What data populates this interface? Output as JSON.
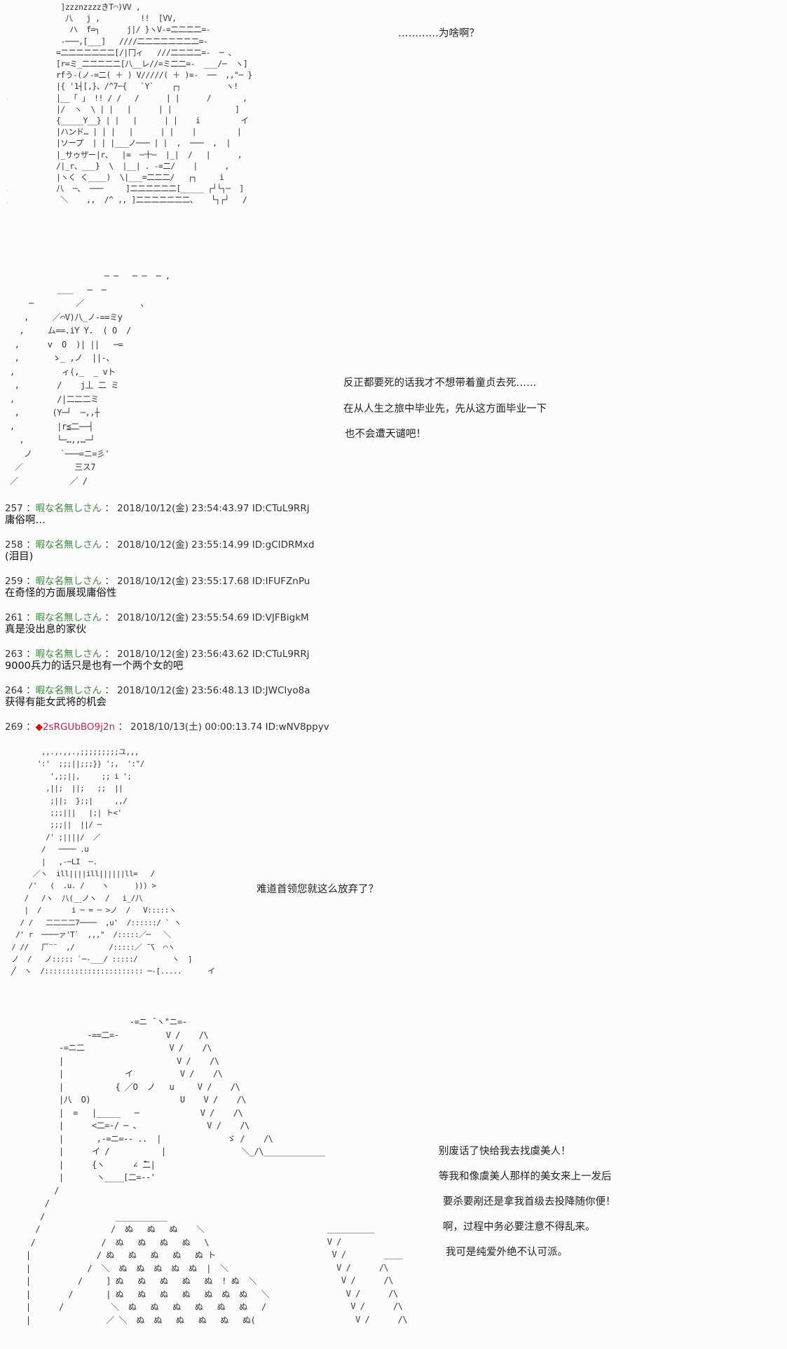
{
  "art_blocks": {
    "top_banner": " ]zzznzzzzきT⌒)VV ,\n  八   j ,         !!  [VV,\n   ハ  f=┐      j|/ }ヽV-=二二二二=-\n -───,[___]   ////二二二二二二二二=-\n=二二二二二二二[/|冂ィ   ///二二二二=-  ─ 、\n[r=ミ_二二二二二[八__レ//=ミ二二=-  ___/─  ヽ]\nrfう-(ノ-=二( ＋ ) V/////( ＋ )=-  ──  ,,\"─ }\n|{ '1┤[,}、/^7─{   `Y`    ┌┐          ヽ!\n|__「 」 !! / /   /      | |      /       ,\n|/  ヽ  \\ | |   |      | |              ]\n{_____Y__} | |   |      | |    i         イ\n|ハンド… | | |   |      | |    |         |\n|ソープ  | | |___ノ─── | |  ,  ───  ,  |\n|_サゥザー|r、  |=  ─十─  |_|  /   |      ,\n/|_r、___}  \\  |__| . -=二/    |      ,\n|ヽく く____)  \\|___=二二二/   ┌┐     i\n八  ─、 ───     ]二二二二二二[_____ ┌┘└┐─  ]\n ＼    ,,  /^ ,, ]二二二二二二二、   └┐┌┘   /",
    "second_face": "                    ─ ─   ─ ─  ─ ,\n          ＿＿   ─  ─\n    ─         ／            、\n   ,     ／⌒V)八_ノ-==ミy\n  ,     ム==.iY Y.  ( O  /\n ,      v  O  )| ||   ─=\n ,       ゝ_ ,ノ  ||-、\n,          ィ(,_  _ vト\n ,        /    j丄 二 ミ\n,         /|二二二ミ\n ,       (Y─┘  ─,,┼\n,         |r≦二──┤\n  ,       └─…,,…─┘\n   ノ      `───=ニ=彡'\n ／           三ス7\n／           ／ /",
    "third_figure": "        ,,.,.,,.,;;;;;;;;;ユ,,,\n       ':'  ;;;||;;;}} ';,  ':\"/\n          ',;;||,     ;; i ';\n         ,||;  ||;   ;;  ||\n          ;||;  };;|     ,,/\n          ;;;|||   |;| ト<'\n          ;;;||  ||/ ─\n         /' ;||||/  ／\n        /   ──── .u\n        |   ,-─LI  ─.\n      ／ヽ  ill||||ill||||||ll=   /\n     /'   (  .u. /    ヽ      ))) >\n    /   /ヽ  八(__ノヽ  /   i_/八\n    |  /       i ─ = ─ >ノ  /   V:::::ヽ\n   / /   二二二二7────  ,u'  /::::::/ ` ヽ\n  /' r  ────ァ'T`  ,,,\"  /:::::／─   ＼\n / //   厂¨¨  ,/        /:::::／ ̄ ̄\\  ⌒ヽ\n ノ  /   ノ::::: `─-___/ :::::/        ヽ  ]\n ╱  ヽ  /::::::::::::::::::::::: ─-[.....      イ",
    "bottom_scene": "                          -=ニ ̄ ヽ\"ニ=-\n                 -==二=-          V /    /\\\n           -=ニ二                  V /    /\\\n           |                        V /    /\\\n           |             イ          V /    /\\\n           |           { ／O  ノ   u     V /    /\\\n           |八  O)                   U    V /    /\\\n           |  =   |_____   ─             V /    /\\\n           |      <二=-/ ─ 、              V /    /\\\n           |       ,-=ニ=-- ..  |              ゞ /    /\\\n           |      イ /           |                ＼_/\\_____________\n           |      {ヽ      ∠ ̄二|\n           |       ヽ____[二=--'\n          /\n        /\n       /               ___________\n      /               /  ぬ   ぬ   ぬ    ＼\n     /              /  ぬ   ぬ   ぬ   ぬ   \\\n    |              / ぬ   ぬ   ぬ   ぬ   ぬ ト\n    |            /  ＼  ぬ  ぬ  ぬ  ぬ  ぬ  |  ＼\n    |          /     ] ぬ   ぬ   ぬ   ぬ   ぬ  ! ぬ  ＼\n    |        /       | ぬ   ぬ   ぬ   ぬ   ぬ  ぬ  ぬ   ＼\n    |      /          ＼  ぬ   ぬ   ぬ   ぬ   ぬ   ぬ   /\n    |                ／ ＼  ぬ  ぬ   ぬ   ぬ   ぬ   ぬ(",
    "bottom_right_stairs": " __________\n V /\n  V /        ____\n   V /      /\\\n    V /      /\\\n     V /      /\\\n      V /      /\\\n       V /      /\\"
  },
  "dialogue": {
    "top_line": "…………为啥啊？",
    "second_lines": [
      "反正都要死的话我才不想带着童贞去死……",
      "在从人生之旅中毕业先，先从这方面毕业一下",
      "也不会遭天谴吧！"
    ],
    "third_line": "难道首领您就这么放弃了？",
    "bottom_lines": [
      "别废话了快给我去找虞美人！",
      "等我和像虞美人那样的美女来上一发后",
      "要杀要剐还是拿我首级去投降随你便！",
      "啊，过程中务必要注意不得乱来。",
      "我可是纯爱外绝不认可派。"
    ]
  },
  "posts": [
    {
      "number": "257",
      "sep": "：",
      "name": "暇な名無しさん",
      "date": "2018/10/12(金) 23:54:43.97",
      "id": "ID:CTuL9RRj",
      "body": "庸俗啊…"
    },
    {
      "number": "258",
      "sep": "：",
      "name": "暇な名無しさん",
      "date": "2018/10/12(金) 23:55:14.99",
      "id": "ID:gCIDRMxd",
      "body": "(泪目)"
    },
    {
      "number": "259",
      "sep": "：",
      "name": "暇な名無しさん",
      "date": "2018/10/12(金) 23:55:17.68",
      "id": "ID:IFUFZnPu",
      "body": "在奇怪的方面展现庸俗性"
    },
    {
      "number": "261",
      "sep": "：",
      "name": "暇な名無しさん",
      "date": "2018/10/12(金) 23:55:54.69",
      "id": "ID:VJFBigkM",
      "body": "真是没出息的家伙"
    },
    {
      "number": "263",
      "sep": "：",
      "name": "暇な名無しさん",
      "date": "2018/10/12(金) 23:56:43.62",
      "id": "ID:CTuL9RRj",
      "body": "9000兵力的话只是也有一个两个女的吧"
    },
    {
      "number": "264",
      "sep": "：",
      "name": "暇な名無しさん",
      "date": "2018/10/12(金) 23:56:48.13",
      "id": "ID:JWCIyo8a",
      "body": "获得有能女武将的机会"
    }
  ],
  "author_post": {
    "number": "269",
    "sep": "：",
    "diamond": "◆",
    "trip": "2sRGUbBO9j2n",
    "date": "2018/10/13(土) 00:00:13.74",
    "id": "ID:wNV8ppyv"
  },
  "colors": {
    "name_green": "#3a8a3a",
    "trip_pink": "#c0245a",
    "diamond_red": "#e00000",
    "background": "#fcfcfc"
  }
}
